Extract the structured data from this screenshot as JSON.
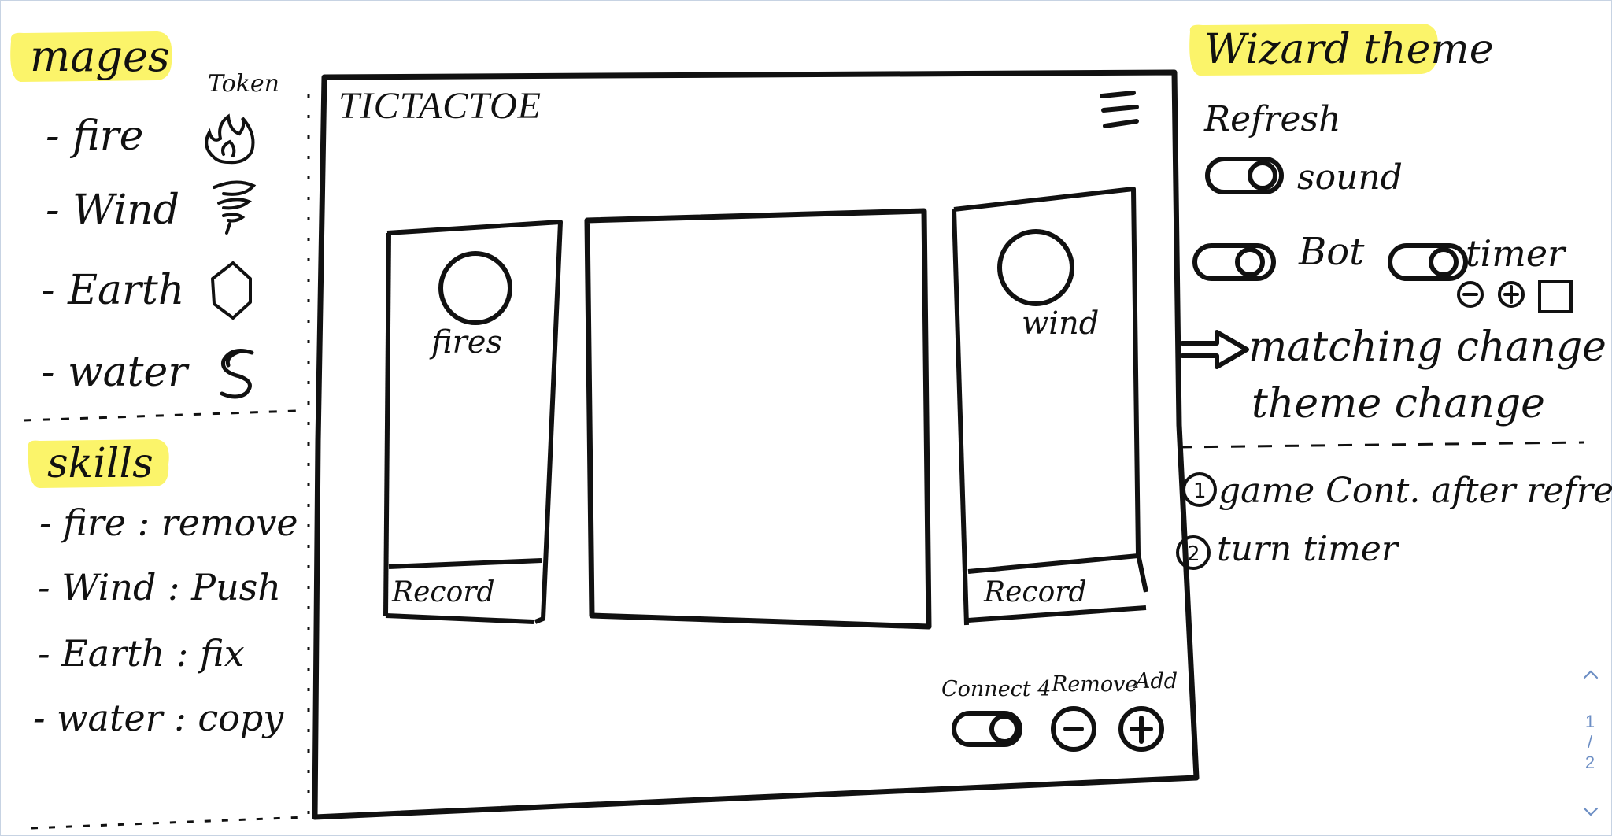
{
  "mages": {
    "heading": "mages",
    "token_label": "Token",
    "items": [
      "- fire",
      "- Wind",
      "- Earth",
      "- water"
    ]
  },
  "skills": {
    "heading": "skills",
    "items": [
      "- fire : remove",
      "- Wind : Push",
      "- Earth : fix",
      "- water : copy"
    ]
  },
  "mockup": {
    "title": "TICTACTOE",
    "left_player": "fires",
    "right_player": "wind",
    "record_label": "Record",
    "controls": {
      "connect_label": "Connect 4",
      "remove_label": "Remove",
      "add_label": "Add"
    }
  },
  "theme": {
    "heading": "Wizard theme",
    "refresh": "Refresh",
    "toggles": {
      "sound": "sound",
      "bot": "Bot",
      "timer": "timer"
    },
    "notes": [
      "matching change",
      "theme change"
    ],
    "todo": [
      "game Cont. after refresh",
      "turn timer"
    ]
  },
  "pager": {
    "current": "1",
    "separator": "/",
    "total": "2"
  },
  "colors": {
    "highlight": "#fbf46a",
    "ink": "#111111",
    "pager": "#6c8ec4",
    "frame": "#c7d3e3"
  }
}
